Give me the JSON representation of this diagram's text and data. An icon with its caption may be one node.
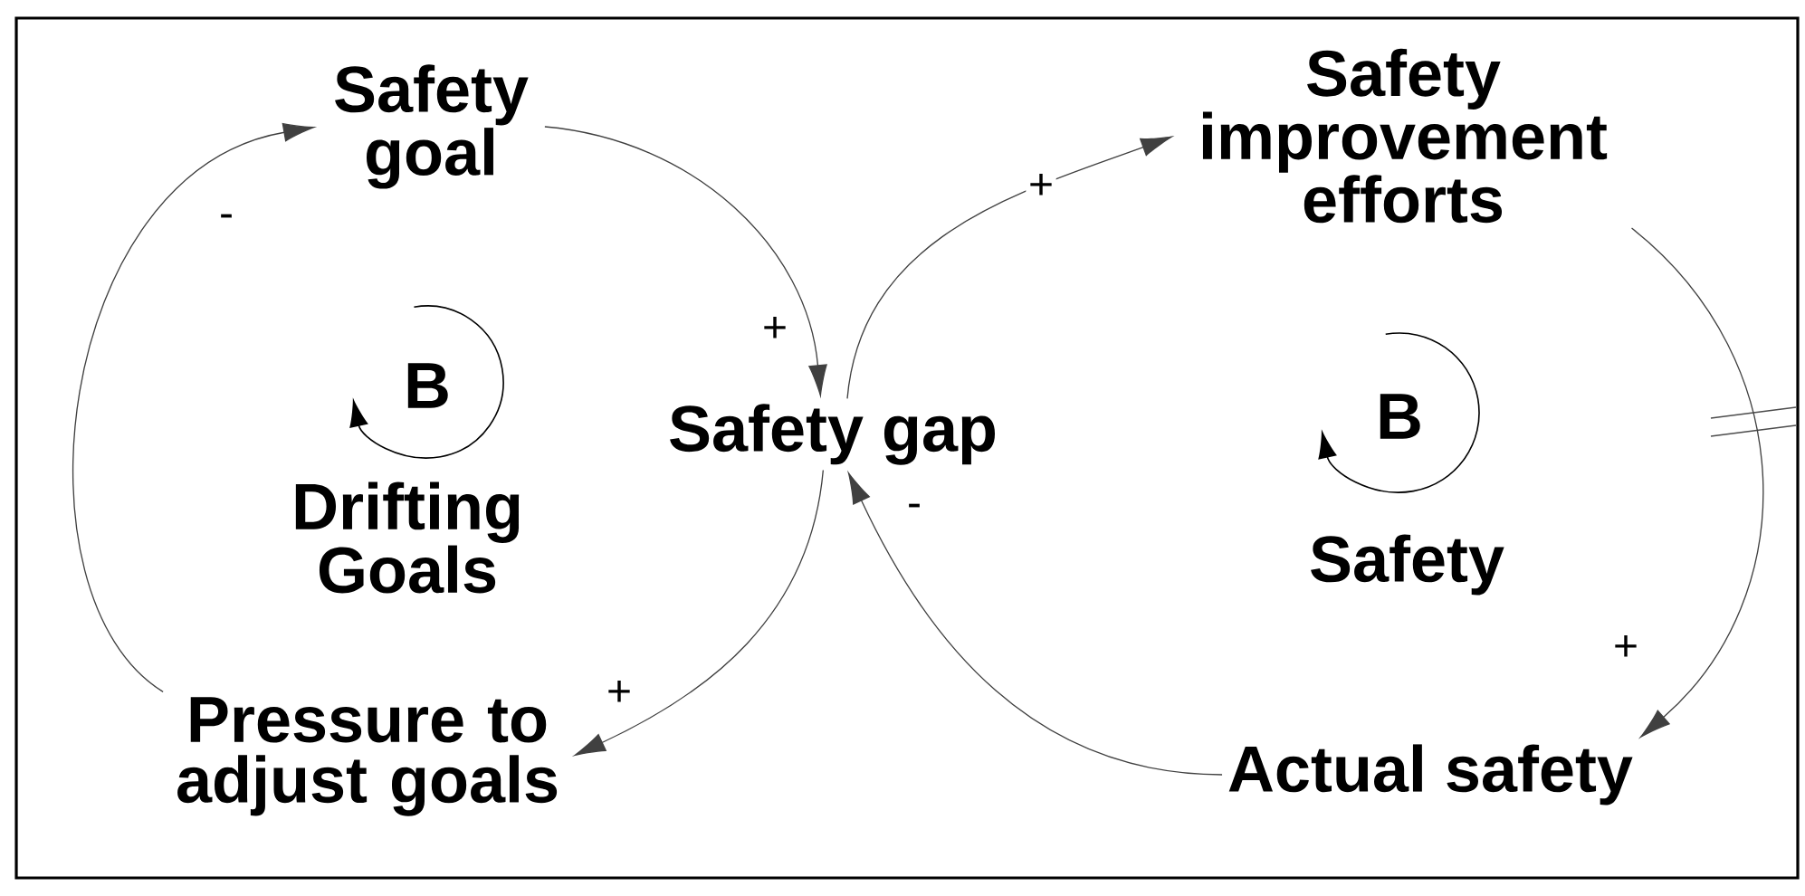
{
  "diagram": {
    "nodes": [
      {
        "text": [
          "Safety goal"
        ]
      },
      {
        "text": [
          "Safety gap"
        ]
      },
      {
        "text": [
          "Pressure to adjust goals"
        ]
      },
      {
        "text": [
          "Safety improvement efforts"
        ]
      },
      {
        "text": [
          "Actual safety"
        ]
      }
    ],
    "edges": [
      {
        "from": 0,
        "to": 1,
        "arrow": "to",
        "label": "+"
      },
      {
        "from": 1,
        "to": 2,
        "arrow": "to",
        "label": "+"
      },
      {
        "from": 2,
        "to": 0,
        "arrow": "to",
        "label": "-"
      },
      {
        "from": 1,
        "to": 3,
        "arrow": "to",
        "label": "+"
      },
      {
        "from": 3,
        "to": 4,
        "arrow": "to",
        "label": "+"
      },
      {
        "from": 4,
        "to": 1,
        "arrow": "to",
        "label": "-"
      }
    ],
    "labels": [
      "B",
      "Drifting Goals",
      "B",
      "Safety"
    ]
  }
}
